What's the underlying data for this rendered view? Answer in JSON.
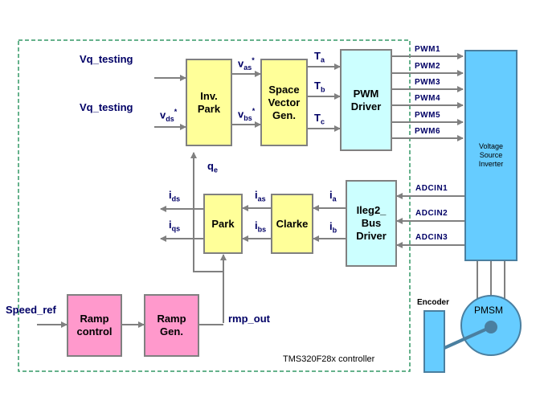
{
  "inputs": {
    "vq_testing_1": "Vq_testing",
    "vq_testing_2": "Vq_testing",
    "speed_ref": "Speed_ref",
    "rmp_out": "rmp_out"
  },
  "blocks": {
    "inv_park": [
      "Inv.",
      "Park"
    ],
    "svgen": [
      "Space",
      "Vector",
      "Gen."
    ],
    "pwm_driver": [
      "PWM",
      "Driver"
    ],
    "park": [
      "Park"
    ],
    "clarke": [
      "Clarke"
    ],
    "ileg2": [
      "Ileg2_",
      "Bus",
      "Driver"
    ],
    "ramp_control": [
      "Ramp",
      "control"
    ],
    "ramp_gen": [
      "Ramp",
      "Gen."
    ],
    "inverter": [
      "Voltage",
      "Source",
      "Inverter"
    ],
    "encoder": "Encoder",
    "pmsm": "PMSM"
  },
  "signals": {
    "vas": {
      "base": "v",
      "sub": "as",
      "sup": "*"
    },
    "vbs": {
      "base": "v",
      "sub": "bs",
      "sup": "*"
    },
    "vds": {
      "base": "v",
      "sub": "ds",
      "sup": "*"
    },
    "ta": {
      "base": "T",
      "sub": "a"
    },
    "tb": {
      "base": "T",
      "sub": "b"
    },
    "tc": {
      "base": "T",
      "sub": "c"
    },
    "qe": {
      "base": "q",
      "sub": "e"
    },
    "ids": {
      "base": "i",
      "sub": "ds"
    },
    "iqs": {
      "base": "i",
      "sub": "qs"
    },
    "ias": {
      "base": "i",
      "sub": "as"
    },
    "ibs": {
      "base": "i",
      "sub": "bs"
    },
    "ia": {
      "base": "i",
      "sub": "a"
    },
    "ib": {
      "base": "i",
      "sub": "b"
    }
  },
  "pwm_lines": [
    "PWM1",
    "PWM2",
    "PWM3",
    "PWM4",
    "PWM5",
    "PWM6"
  ],
  "adc_lines": [
    "ADCIN1",
    "ADCIN2",
    "ADCIN3"
  ],
  "controller_label": "TMS320F28x controller",
  "colors": {
    "accent_text": "#000066",
    "yellow": "#ffff99",
    "cyan": "#ccffff",
    "pink": "#ff99cc",
    "inverter_blue": "#66ccff",
    "arrow_gray": "#808080",
    "boundary_green": "#339966"
  }
}
